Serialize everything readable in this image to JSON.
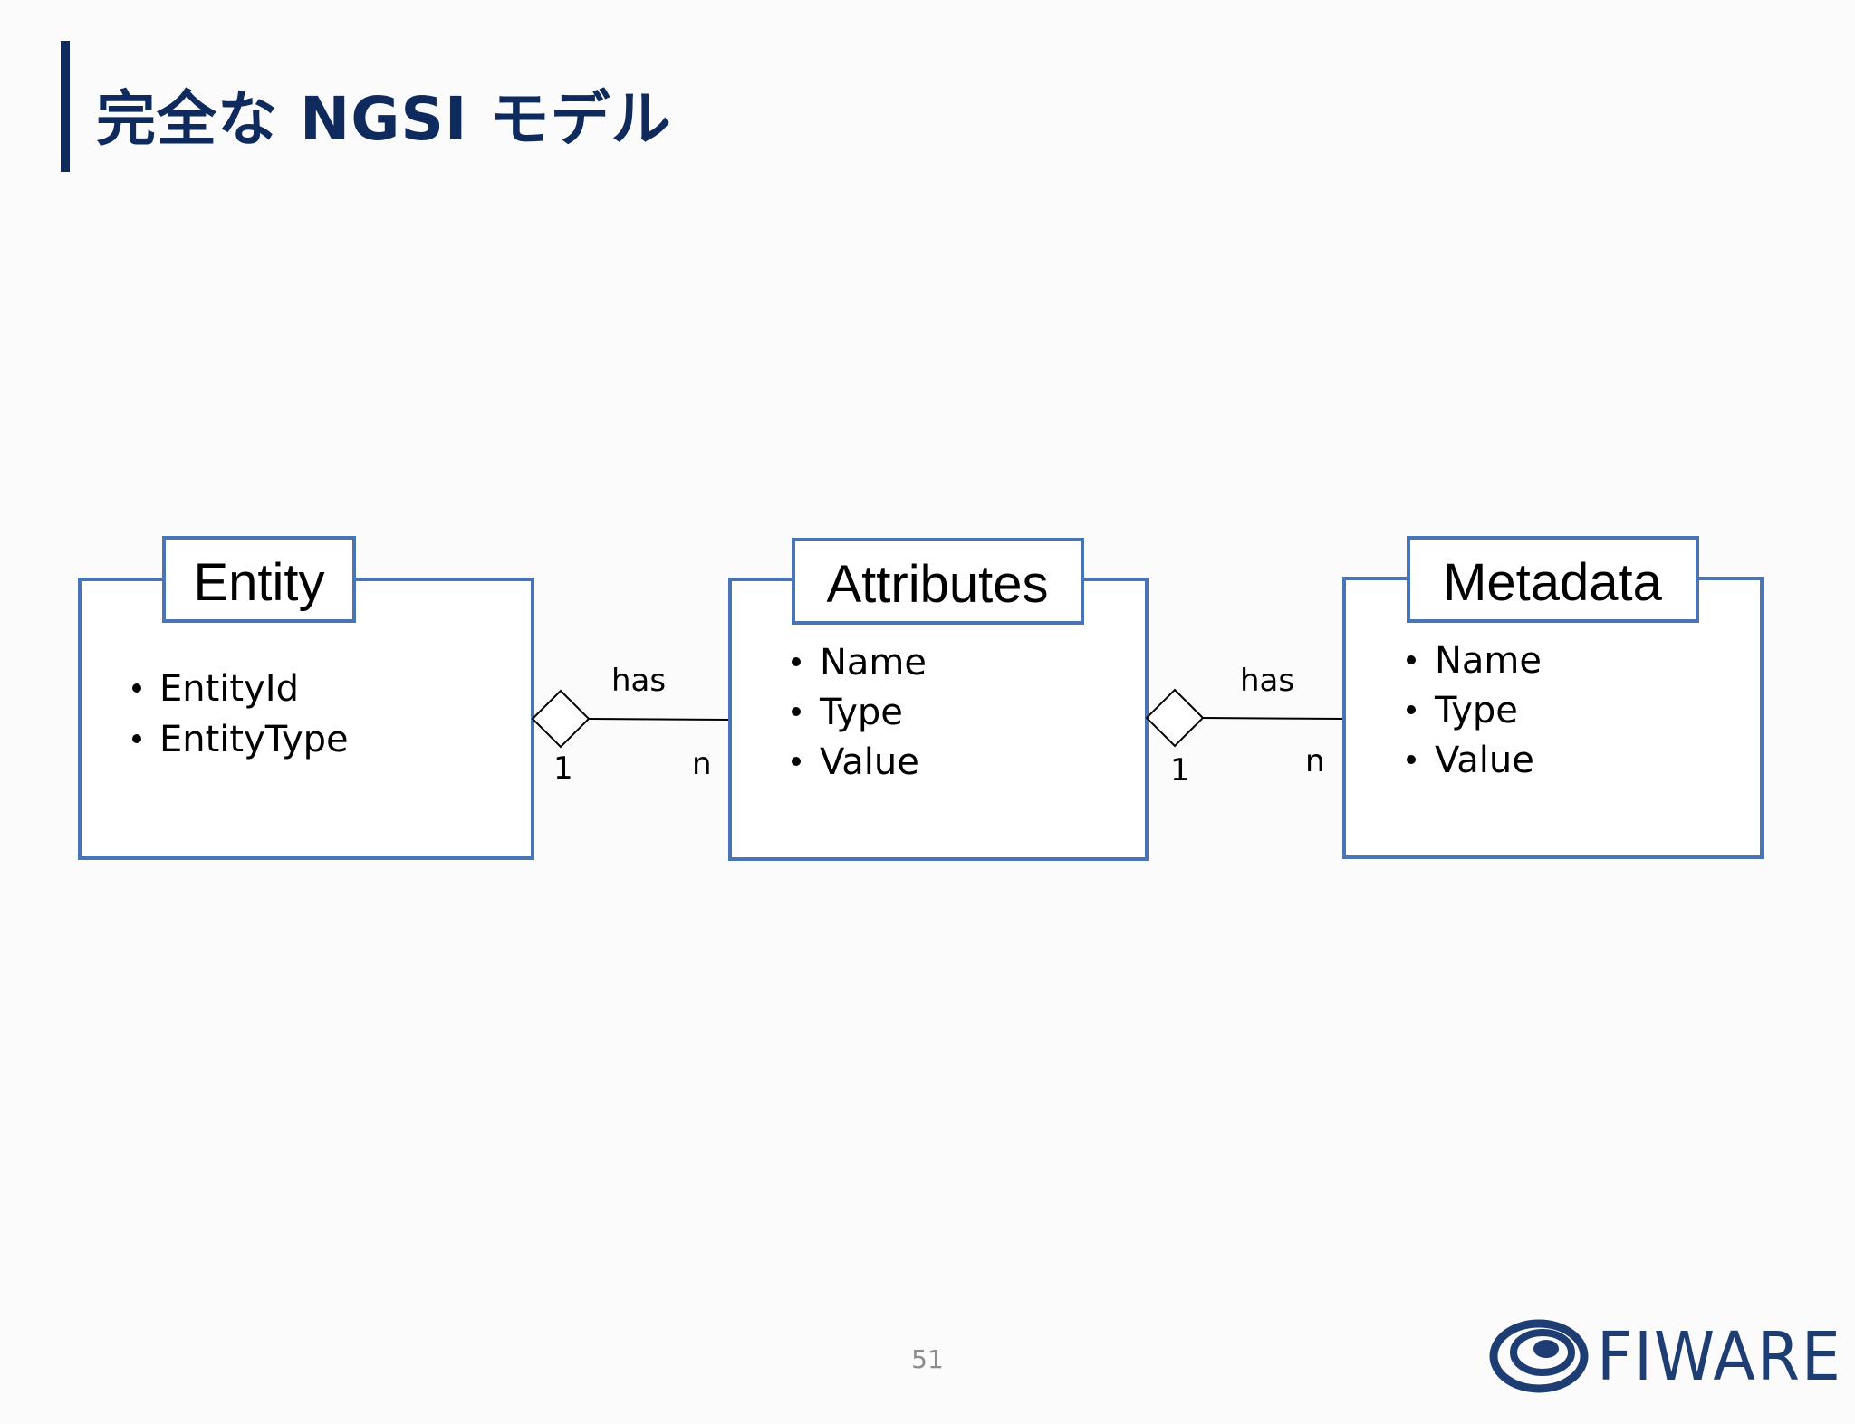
{
  "slide": {
    "title": "完全な NGSI モデル",
    "page_number": "51"
  },
  "diagram": {
    "entity": {
      "title": "Entity",
      "items": [
        "EntityId",
        "EntityType"
      ]
    },
    "attributes": {
      "title": "Attributes",
      "items": [
        "Name",
        "Type",
        "Value"
      ]
    },
    "metadata": {
      "title": "Metadata",
      "items": [
        "Name",
        "Type",
        "Value"
      ]
    },
    "relations": [
      {
        "label": "has",
        "from_mult": "1",
        "to_mult": "n"
      },
      {
        "label": "has",
        "from_mult": "1",
        "to_mult": "n"
      }
    ],
    "colors": {
      "box_border": "#4a74b4",
      "title": "#0f2a5c"
    }
  },
  "logo": {
    "text": "FIWARE",
    "icon": "fiware-swirl-icon"
  }
}
